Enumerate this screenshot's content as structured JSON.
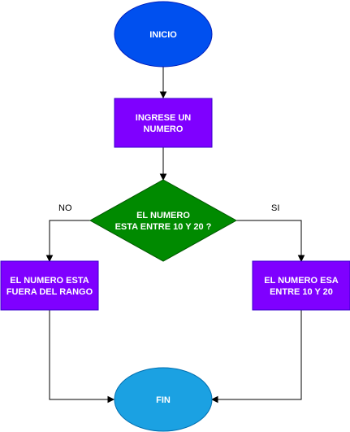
{
  "colors": {
    "start_fill": "#0050ef",
    "start_stroke": "#001dbc",
    "process_fill": "#7f00ff",
    "process_stroke": "#3700cc",
    "decision_fill": "#008a00",
    "decision_stroke": "#005700",
    "end_fill": "#1ba1e2",
    "end_stroke": "#006eaf",
    "text": "#ffffff",
    "edge": "#000000"
  },
  "nodes": {
    "start": {
      "label": "INICIO"
    },
    "input": {
      "lines": [
        "INGRESE UN",
        "NUMERO"
      ]
    },
    "decision": {
      "lines": [
        "EL NUMERO",
        "ESTA ENTRE 10 Y 20 ?"
      ]
    },
    "out_of_range": {
      "lines": [
        "EL NUMERO ESTA",
        "FUERA DEL RANGO"
      ]
    },
    "in_range": {
      "lines": [
        "EL NUMERO ESA",
        "ENTRE 10 Y 20"
      ]
    },
    "end": {
      "label": "FIN"
    }
  },
  "edges": {
    "no_label": "NO",
    "yes_label": "SI"
  }
}
